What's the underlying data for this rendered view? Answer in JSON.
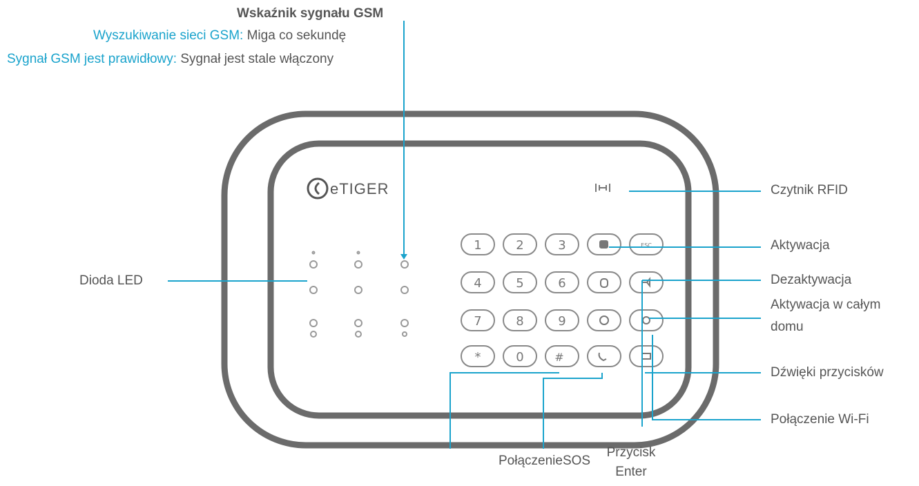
{
  "header": {
    "gsm_title": "Wskaźnik sygnału GSM",
    "gsm_search_key": "Wyszukiwanie sieci GSM:",
    "gsm_search_value": " Miga co sekundę",
    "gsm_ok_key": "Sygnał GSM jest prawidłowy:",
    "gsm_ok_value": " Sygnał jest stale włączony"
  },
  "device": {
    "brand": "eTIGER",
    "keys": [
      "1",
      "2",
      "3",
      "4",
      "5",
      "6",
      "7",
      "8",
      "9",
      "*",
      "0",
      "#"
    ],
    "esc_label": "ESC"
  },
  "labels": {
    "rfid": "Czytnik RFID",
    "arm": "Aktywacja",
    "disarm": "Dezaktywacja",
    "home_arm_line1": "Aktywacja w całym",
    "home_arm_line2": "domu",
    "key_sounds": "Dźwięki przycisków",
    "wifi": "Połączenie Wi-Fi",
    "led": "Dioda LED",
    "sos": "PołączenieSOS",
    "enter_line1": "Przycisk",
    "enter_line2": "Enter"
  },
  "colors": {
    "accent": "#1aa3cc",
    "outline": "#666666",
    "text": "#555555"
  }
}
